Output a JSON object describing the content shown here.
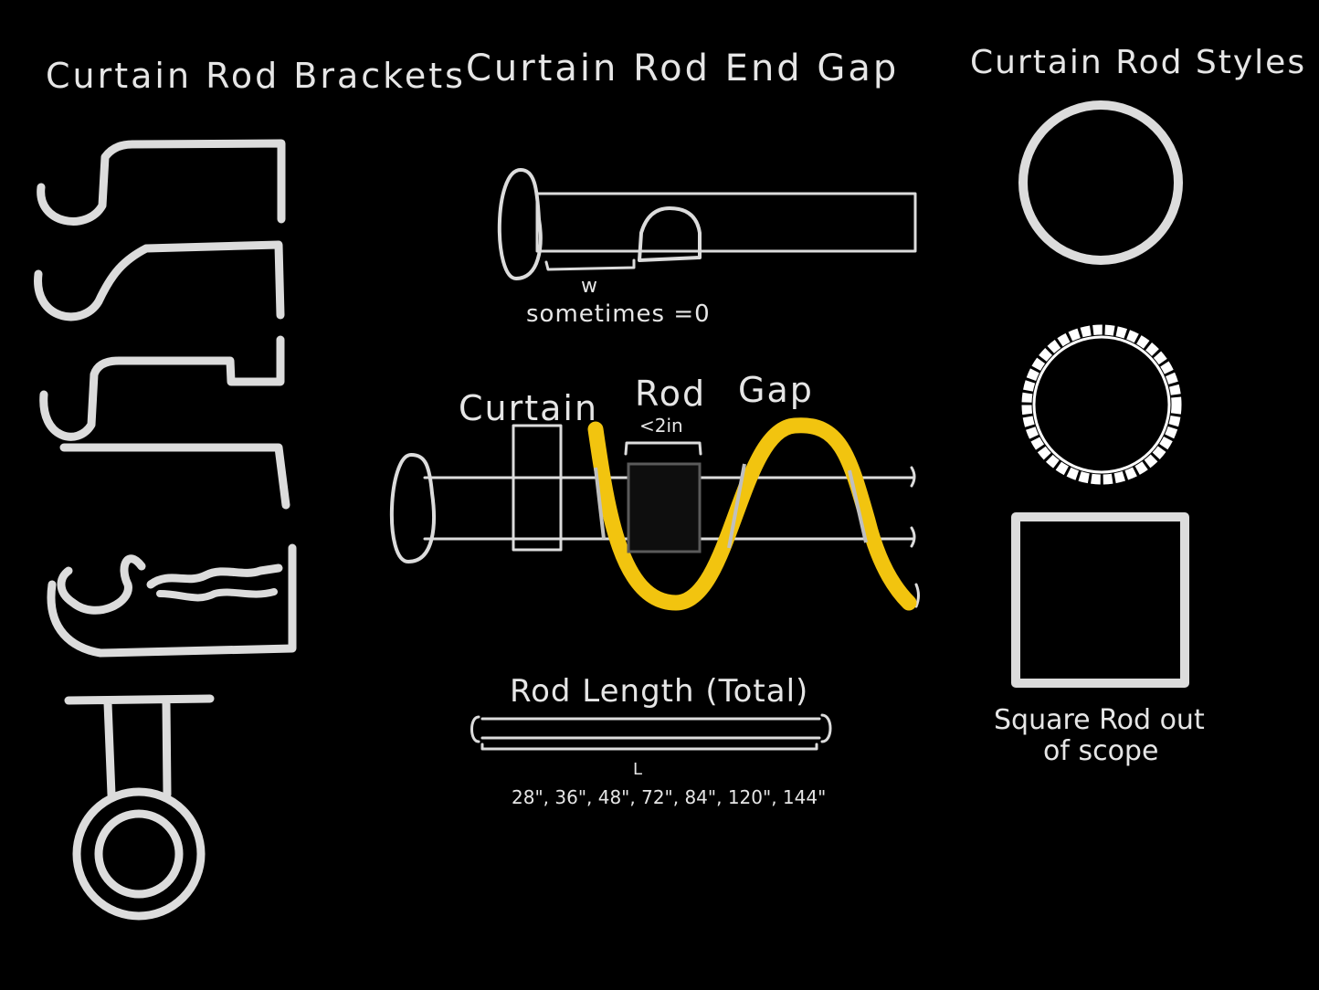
{
  "sections": {
    "brackets": {
      "title": "Curtain Rod Brackets"
    },
    "end_gap": {
      "title": "Curtain Rod End Gap",
      "w_label": "w",
      "sometimes_label": "sometimes =0",
      "curtain_label": "Curtain",
      "rod_label": "Rod",
      "gap_label": "Gap",
      "gap_limit_label": "<2in",
      "length_title": "Rod Length (Total)",
      "length_symbol": "L",
      "lengths_label": "28\", 36\", 48\", 72\", 84\", 120\", 144\""
    },
    "styles": {
      "title": "Curtain Rod Styles",
      "square_note_line1": "Square Rod out",
      "square_note_line2": "of scope"
    }
  },
  "colors": {
    "background": "#000000",
    "chalk": "#dcdcdc",
    "highlight": "#f2c40f"
  }
}
